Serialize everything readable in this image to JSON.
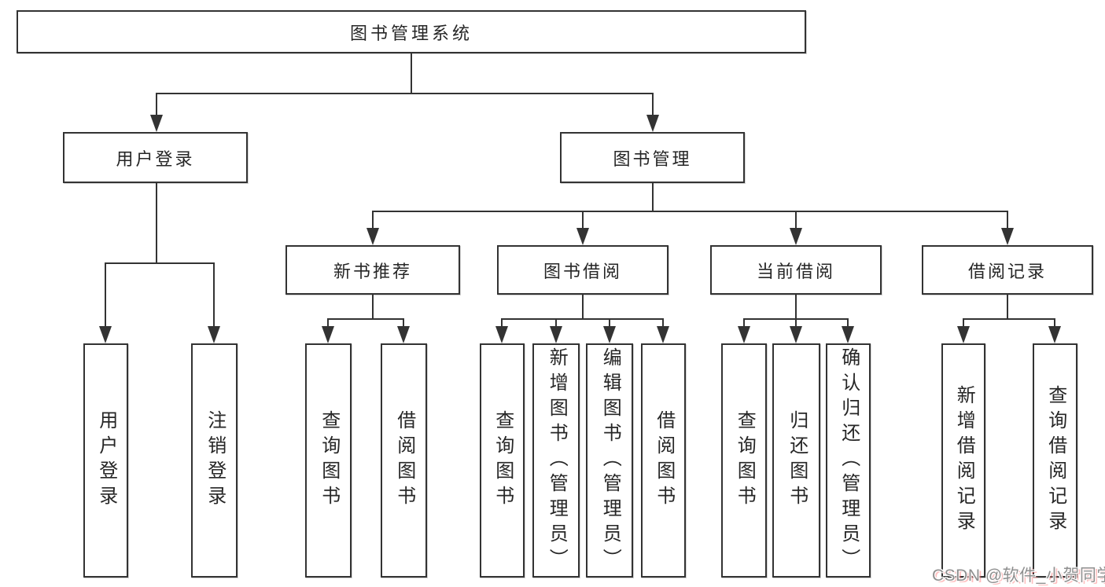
{
  "colors": {
    "background": "#ffffff",
    "line": "#333333",
    "box_border": "#333333",
    "text": "#262626",
    "watermark_text": "#8f8f8f",
    "watermark_accent": "#ff6e6e"
  },
  "tree": {
    "root": {
      "label": "图书管理系统"
    },
    "children": [
      {
        "label": "用户登录",
        "children": [
          {
            "label": "用户登录"
          },
          {
            "label": "注销登录"
          }
        ]
      },
      {
        "label": "图书管理",
        "children": [
          {
            "label": "新书推荐",
            "children": [
              {
                "label": "查询图书"
              },
              {
                "label": "借阅图书"
              }
            ]
          },
          {
            "label": "图书借阅",
            "children": [
              {
                "label": "查询图书"
              },
              {
                "label": "新增图书（管理员）"
              },
              {
                "label": "编辑图书（管理员）"
              },
              {
                "label": "借阅图书"
              }
            ]
          },
          {
            "label": "当前借阅",
            "children": [
              {
                "label": "查询图书"
              },
              {
                "label": "归还图书"
              },
              {
                "label": "确认归还（管理员）"
              }
            ]
          },
          {
            "label": "借阅记录",
            "children": [
              {
                "label": "新增借阅记录"
              },
              {
                "label": "查询借阅记录"
              }
            ]
          }
        ]
      }
    ]
  },
  "watermark": {
    "text": "CSDN @软件_小贺同学"
  }
}
